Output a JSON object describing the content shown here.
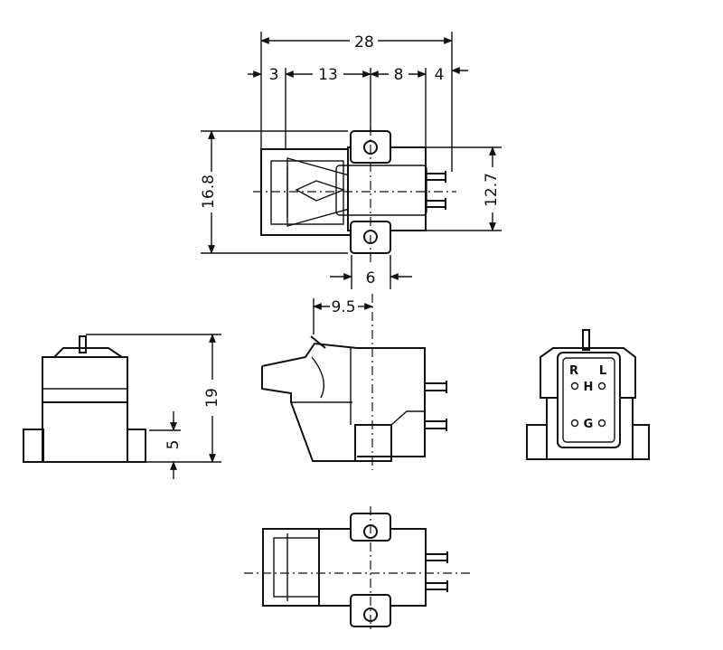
{
  "top_view": {
    "overall_length": "28",
    "seg_a": "3",
    "seg_b": "13",
    "seg_c": "8",
    "seg_d": "4",
    "height_left": "16.8",
    "height_right": "12.7",
    "mount_spacing": "6"
  },
  "front_view": {
    "total_height": "19",
    "base_height": "5"
  },
  "side_view": {
    "stylus_offset": "9.5"
  },
  "rear_view": {
    "pin_r": "R",
    "pin_l": "L",
    "pin_h": "H",
    "pin_g": "G"
  }
}
